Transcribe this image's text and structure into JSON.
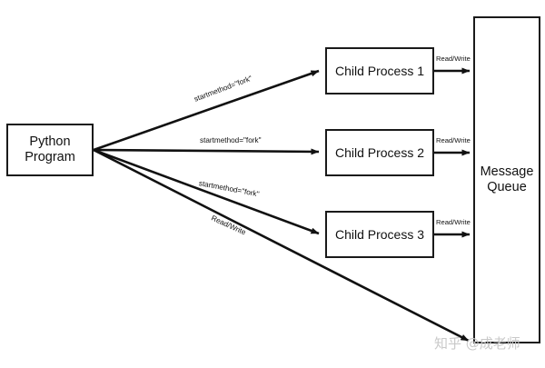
{
  "diagram": {
    "title": "Python multiprocessing with message queue",
    "background_color": "#ffffff",
    "stroke_color": "#1a1a1a",
    "nodes": {
      "python_program": {
        "line1": "Python",
        "line2": "Program"
      },
      "child_1": {
        "label": "Child Process 1"
      },
      "child_2": {
        "label": "Child Process 2"
      },
      "child_3": {
        "label": "Child Process 3"
      },
      "message_queue": {
        "line1": "Message",
        "line2": "Queue"
      }
    },
    "edge_labels": {
      "fork_1": "startmethod=\"fork\"",
      "fork_2": "startmethod=\"fork\"",
      "fork_3": "startmethod=\"fork\"",
      "parent_read_write": "Read/Write",
      "child_1_read_write": "Read/Write",
      "child_2_read_write": "Read/Write",
      "child_3_read_write": "Read/Write"
    }
  },
  "watermark": {
    "text": "知乎 @成老师"
  }
}
